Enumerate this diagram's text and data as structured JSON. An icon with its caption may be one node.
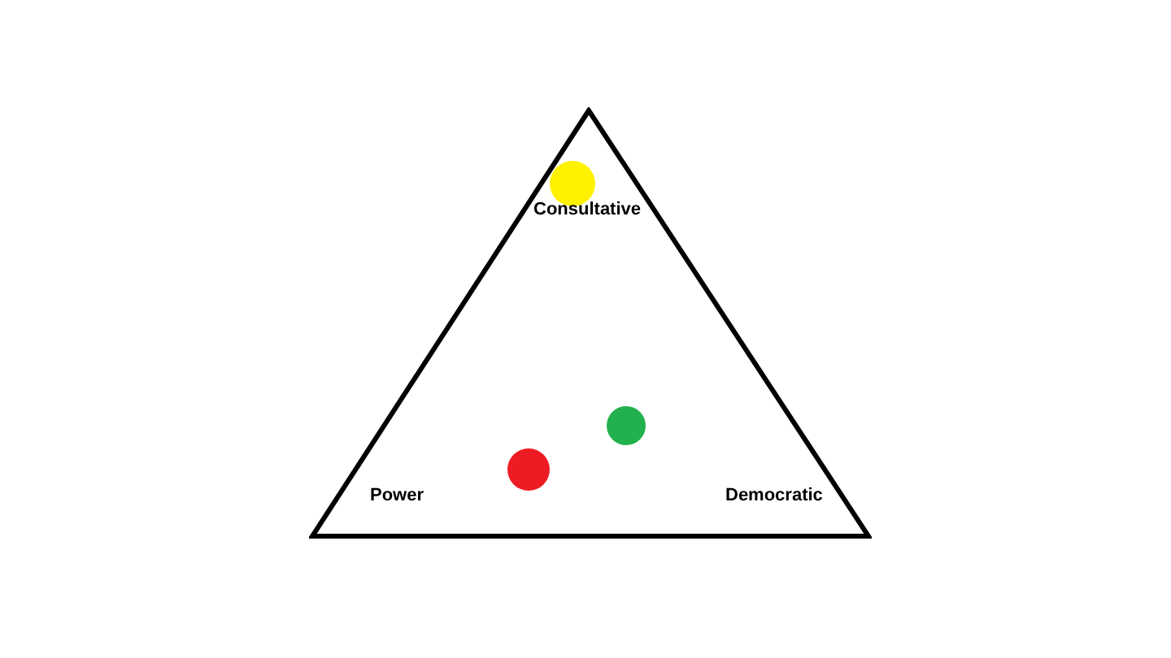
{
  "diagram": {
    "nodes": [
      {
        "text": [
          "Consultative",
          "Power",
          "Democratic"
        ]
      },
      {
        "text": [],
        "shape": "circle",
        "in": 0
      },
      {
        "text": [],
        "shape": "circle",
        "in": 0
      },
      {
        "text": [],
        "shape": "circle",
        "in": 0
      }
    ],
    "edges": []
  }
}
